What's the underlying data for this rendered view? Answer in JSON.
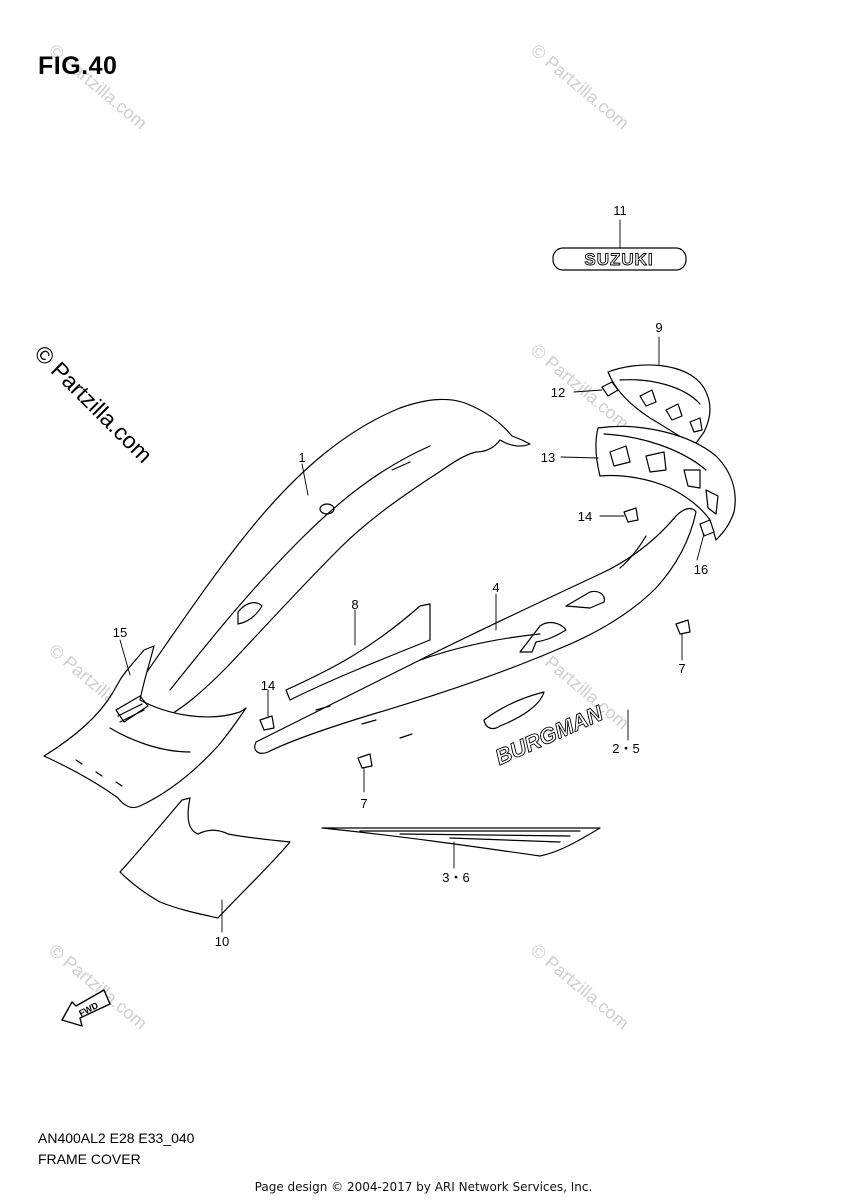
{
  "figure": {
    "title": "FIG.40"
  },
  "watermark": {
    "text": "© Partzilla.com"
  },
  "labels": {
    "brand_emblem": "SUZUKI",
    "model_emblem": "BURGMAN",
    "fwd_arrow": "FWD"
  },
  "callouts": [
    "1",
    "2・5",
    "3・6",
    "4",
    "7",
    "7",
    "8",
    "9",
    "10",
    "11",
    "12",
    "13",
    "14",
    "14",
    "15",
    "16"
  ],
  "footer": {
    "model_code": "AN400AL2 E28 E33_040",
    "section_name": "FRAME COVER",
    "page_credit": "Page design © 2004-2017 by ARI Network Services, Inc."
  },
  "colors": {
    "line": "#000000",
    "watermark": "#cfcfcf",
    "background": "#ffffff"
  }
}
